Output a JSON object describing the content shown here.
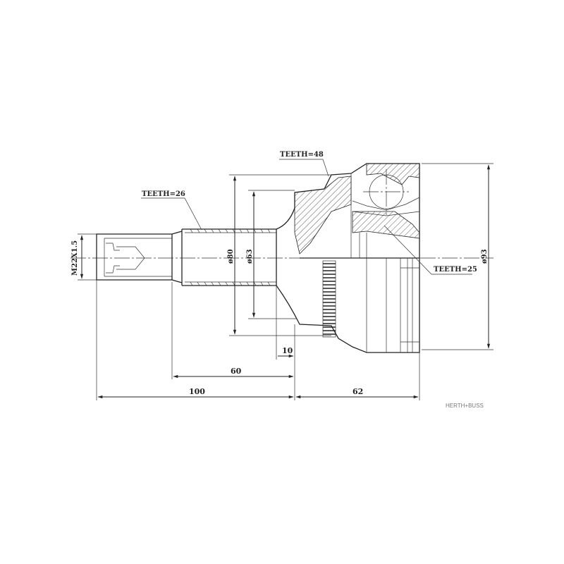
{
  "annotations": {
    "teeth_48": "TEETH=48",
    "teeth_26": "TEETH=26",
    "teeth_25": "TEETH=25"
  },
  "dimensions": {
    "thread": "M22X1.5",
    "dia_80": "ø80",
    "dia_63": "ø63",
    "dia_93": "ø93",
    "len_10": "10",
    "len_60": "60",
    "len_100": "100",
    "len_62": "62"
  },
  "brand": "HERTH+BUSS"
}
